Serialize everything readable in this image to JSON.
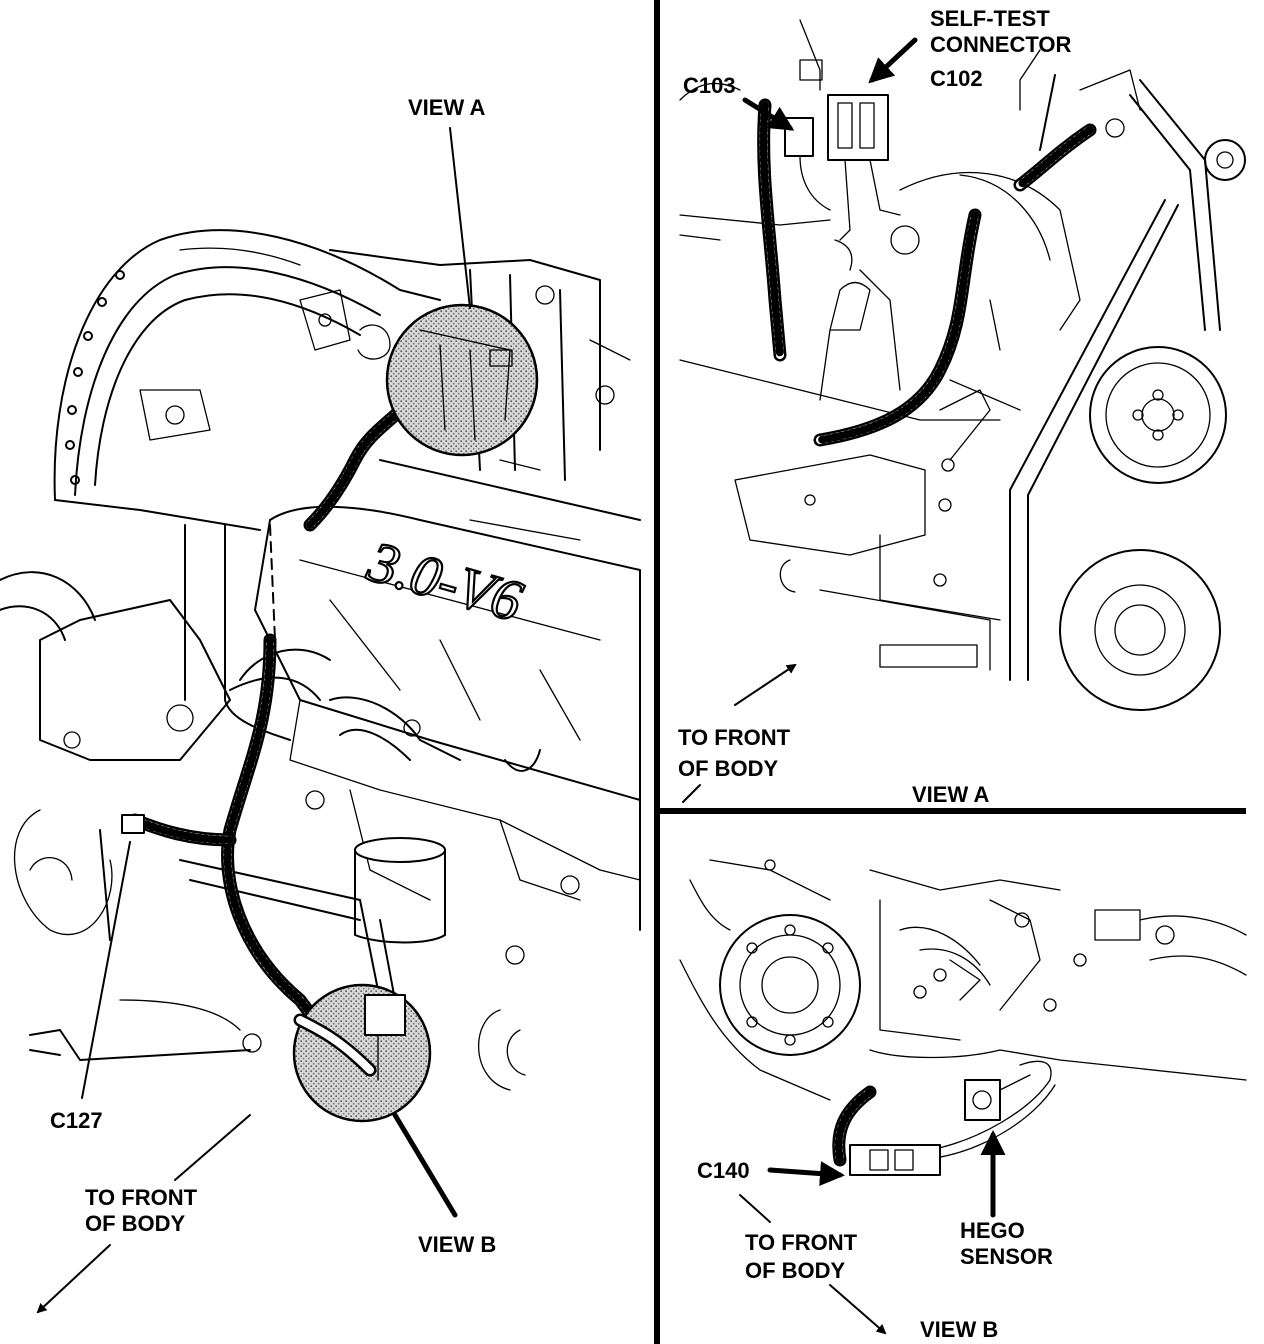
{
  "main_view": {
    "view_a_callout": "VIEW A",
    "view_b_callout": "VIEW B",
    "connector_c127": "C127",
    "to_front_line1": "TO FRONT",
    "to_front_line2": "OF BODY",
    "engine_badge": "3.0-V6"
  },
  "view_a": {
    "title": "VIEW A",
    "self_test_line1": "SELF-TEST",
    "self_test_line2": "CONNECTOR",
    "connector_c102": "C102",
    "connector_c103": "C103",
    "to_front_line1": "TO FRONT",
    "to_front_line2": "OF BODY"
  },
  "view_b": {
    "title": "VIEW B",
    "connector_c140": "C140",
    "hego_line1": "HEGO",
    "hego_line2": "SENSOR",
    "to_front_line1": "TO FRONT",
    "to_front_line2": "OF BODY"
  }
}
